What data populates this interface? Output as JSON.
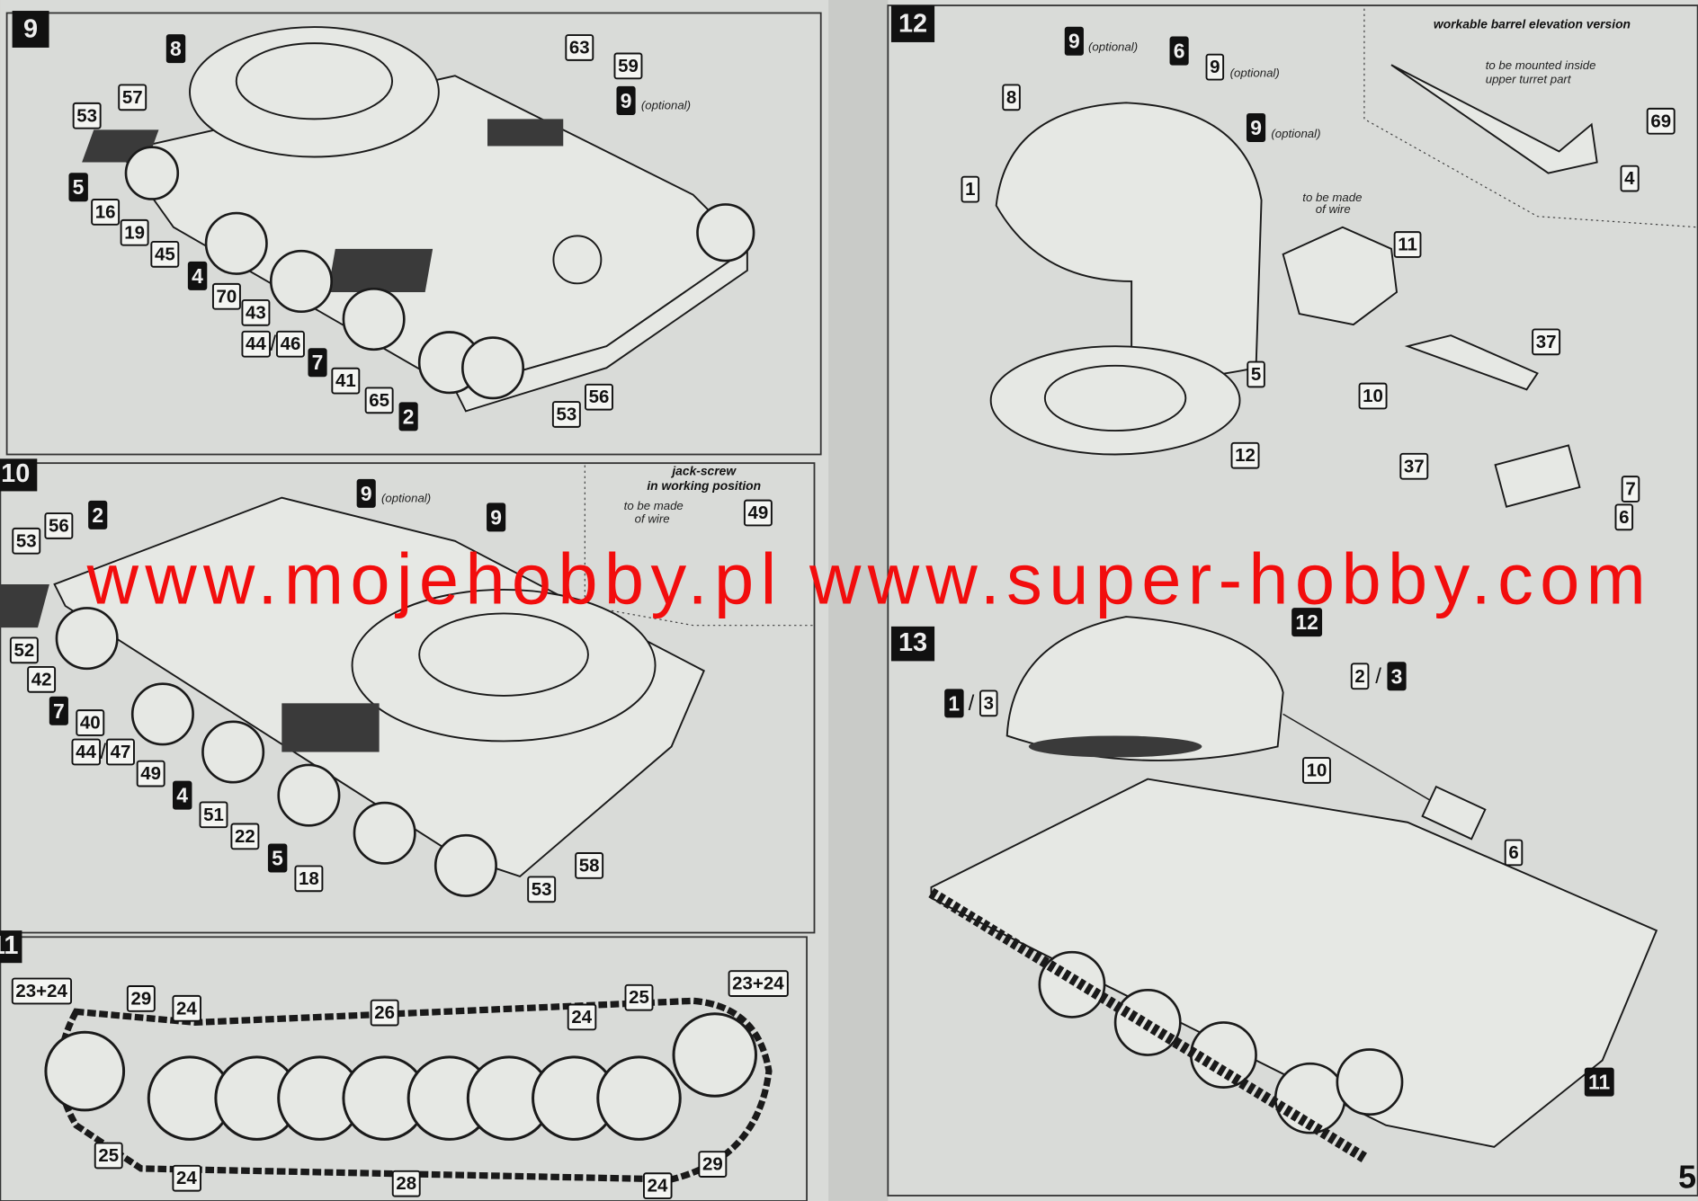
{
  "step9": {
    "marker": "9",
    "parts": [
      "8",
      "5",
      "4",
      "7",
      "2",
      "9"
    ],
    "optional": "(optional)",
    "slash": "/",
    "callouts": [
      "63",
      "59",
      "57",
      "53",
      "16",
      "19",
      "45",
      "70",
      "43",
      "44",
      "46",
      "41",
      "65",
      "53",
      "56"
    ]
  },
  "step10": {
    "marker": "10",
    "parts": [
      "9",
      "2",
      "9",
      "7",
      "4",
      "5"
    ],
    "optional": "(optional)",
    "slash": "/",
    "callouts": [
      "56",
      "53",
      "52",
      "42",
      "40",
      "44",
      "47",
      "49",
      "51",
      "22",
      "18",
      "53",
      "58",
      "49"
    ],
    "jack_note": [
      "jack-screw",
      "in working position"
    ],
    "wire_note": [
      "to be made",
      "of wire"
    ]
  },
  "step11": {
    "marker": "11",
    "callouts": [
      "23+24",
      "29",
      "24",
      "26",
      "24",
      "25",
      "23+24",
      "25",
      "24",
      "28",
      "24",
      "29"
    ]
  },
  "step12": {
    "marker": "12",
    "parts": [
      "9",
      "6",
      "9"
    ],
    "optional": "(optional)",
    "callouts": [
      "9",
      "8",
      "1",
      "11",
      "5",
      "37",
      "10",
      "12",
      "37",
      "7",
      "6",
      "69",
      "4"
    ],
    "barrel_title": "workable barrel elevation version",
    "mount_note": [
      "to be mounted inside",
      "upper turret part"
    ],
    "wire_note": [
      "to be made",
      "of wire"
    ]
  },
  "step13": {
    "marker": "13",
    "parts": [
      "12",
      "1",
      "2",
      "6",
      "11"
    ],
    "slash": "/",
    "callouts": [
      "3",
      "3",
      "10"
    ]
  },
  "page_number": "5",
  "watermark": "www.mojehobby.pl www.super-hobby.com",
  "colors": {
    "paper": "#dcdedb",
    "ink": "#111111",
    "watermark": "#f20d0d"
  }
}
